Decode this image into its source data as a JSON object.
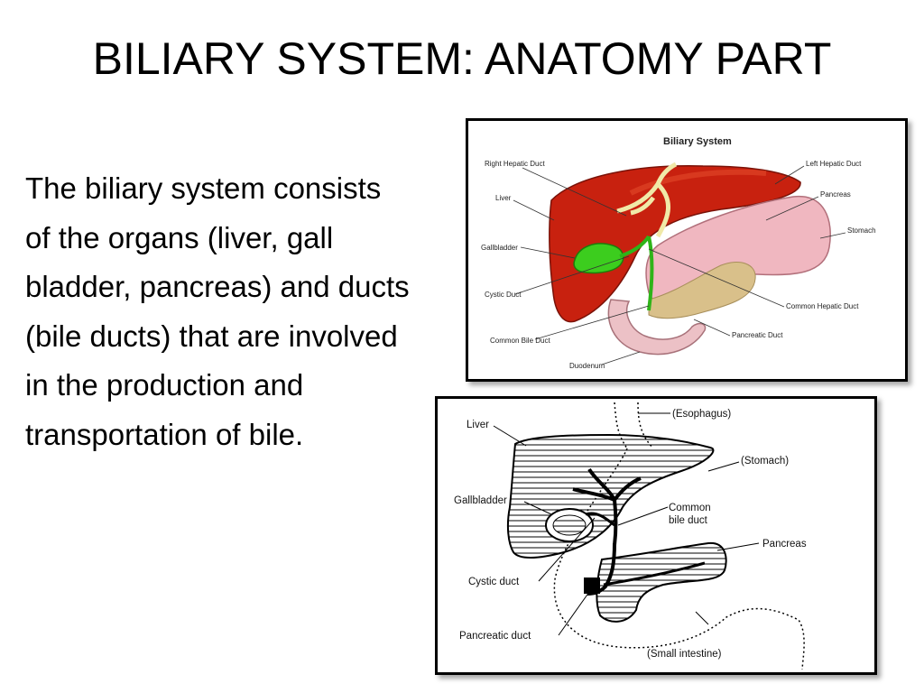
{
  "slide": {
    "title": "BILIARY SYSTEM: ANATOMY PART",
    "body": "The biliary system consists of the organs (liver, gall bladder, pancreas) and ducts (bile ducts) that are involved in the production and transportation of bile."
  },
  "figure1": {
    "title": "Biliary System",
    "labels": {
      "right_hepatic_duct": "Right Hepatic Duct",
      "left_hepatic_duct": "Left Hepatic Duct",
      "liver": "Liver",
      "pancreas": "Pancreas",
      "stomach": "Stomach",
      "gallbladder": "Gallbladder",
      "cystic_duct": "Cystic Duct",
      "common_hepatic_duct": "Common Hepatic Duct",
      "common_bile_duct": "Common Bile Duct",
      "pancreatic_duct": "Pancreatic Duct",
      "duodenum": "Duodenum"
    }
  },
  "figure2": {
    "labels": {
      "esophagus": "(Esophagus)",
      "liver": "Liver",
      "stomach": "(Stomach)",
      "gallbladder": "Gallbladder",
      "common_bile_duct_1": "Common",
      "common_bile_duct_2": "bile duct",
      "pancreas": "Pancreas",
      "cystic_duct": "Cystic duct",
      "pancreatic_duct": "Pancreatic duct",
      "small_intestine": "(Small intestine)"
    }
  }
}
